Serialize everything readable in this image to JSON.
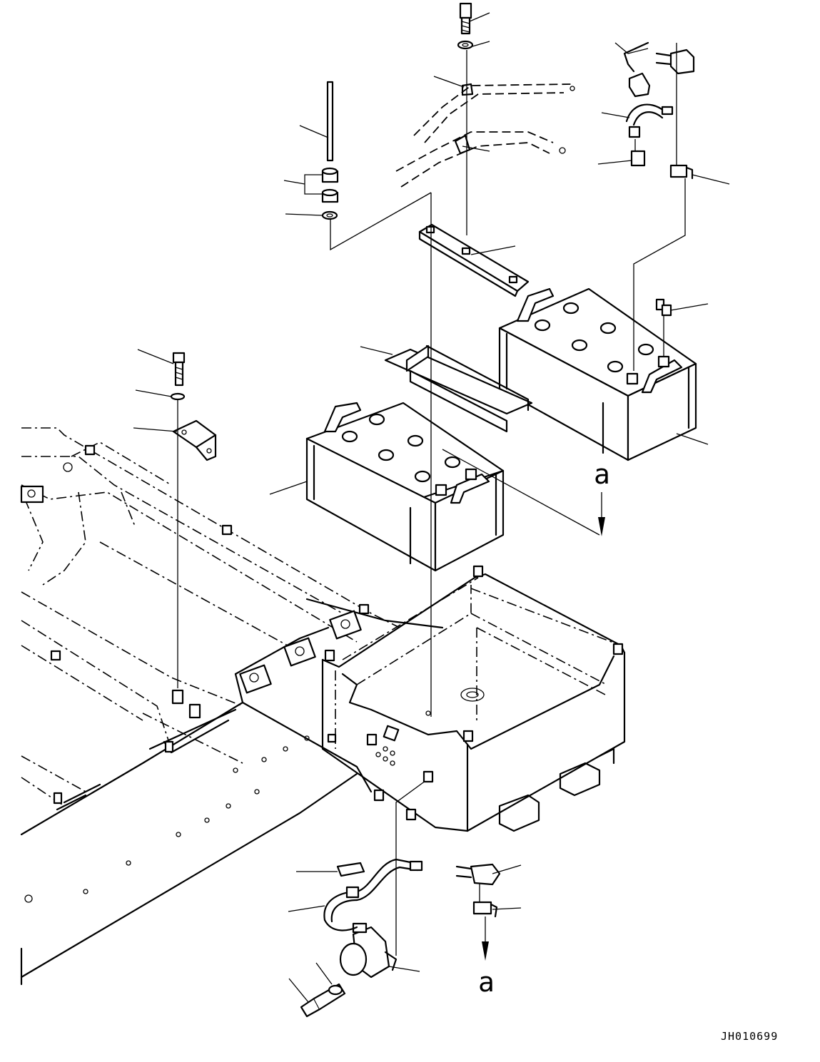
{
  "drawing": {
    "code": "JH010699",
    "connection_labels": {
      "upper": "a",
      "lower": "a"
    }
  }
}
